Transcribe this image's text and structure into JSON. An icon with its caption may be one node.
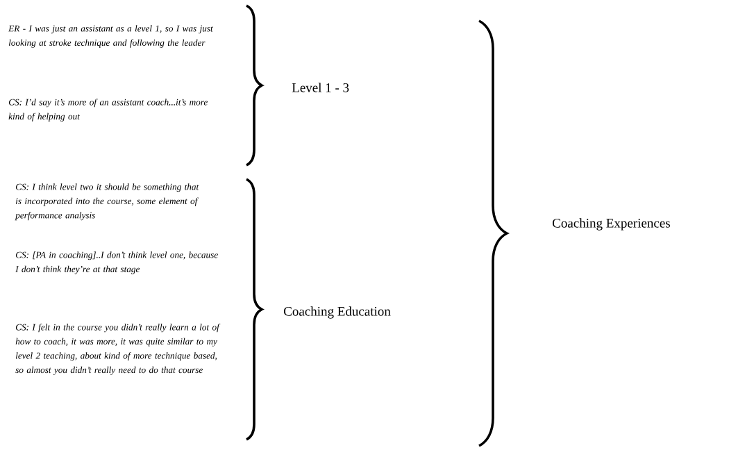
{
  "diagram": {
    "labels": [
      "ER - I was just an assistant as a level 1, so I was just looking at stroke technique and following the leader",
      "CS: I’d say it’s more of an assistant coach...it’s more kind of helping out",
      "Level 1 - 3",
      "CS: I think level two it should be something that is incorporated into the course, some element of performance analysis",
      "CS: [PA in coaching]..I don’t think level one, because I don’t think they’re at that stage",
      "CS: I felt in the course you didn’t really learn a lot of how to coach, it was more, it was quite similar to my level 2 teaching, about kind of more technique based, so almost you didn’t really need to do that course",
      "Coaching Education",
      "Coaching Experiences"
    ]
  }
}
